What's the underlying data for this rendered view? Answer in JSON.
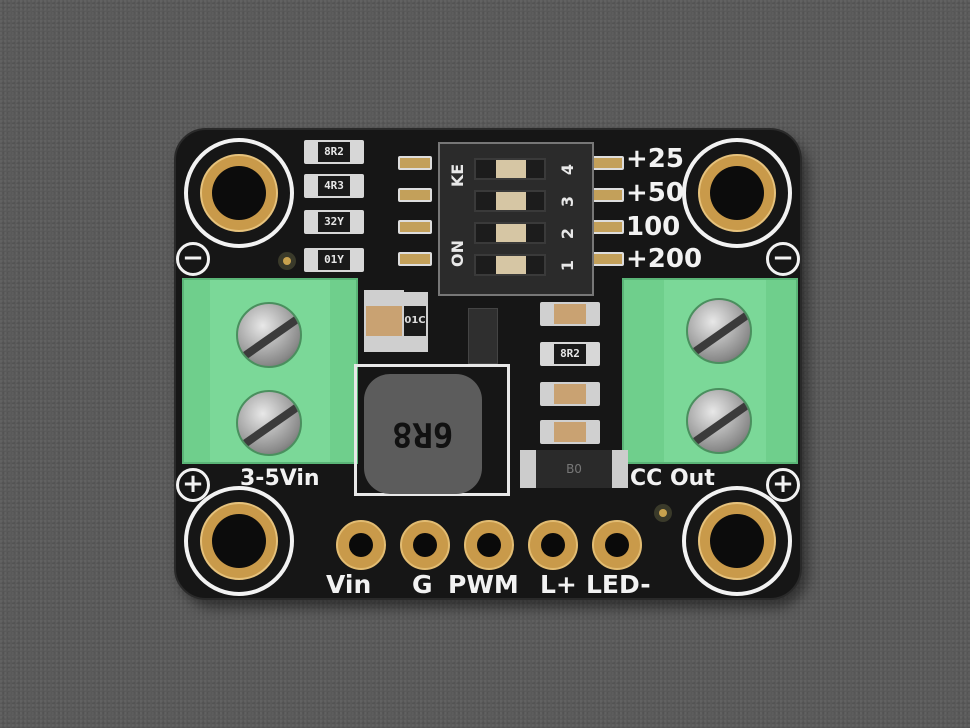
{
  "scene": {
    "subject": "Constant-current LED driver breakout board (PCB product photo)",
    "background_color": "#5a5a5a",
    "board_color": "#161616",
    "silkscreen_color": "#f2f2f2",
    "terminal_color": "#6fcf8c",
    "gold_color": "#c99a4a"
  },
  "board": {
    "input_label": "3-5Vin",
    "output_label": "CC Out",
    "polarity_left_top": "−",
    "polarity_right_top": "−",
    "polarity_left_bottom": "+",
    "polarity_right_bottom": "+",
    "current_options": [
      "+25",
      "+50",
      "100",
      "+200"
    ],
    "dip_switch": {
      "on_label": "ON",
      "brand_label": "KE",
      "positions": [
        "1",
        "2",
        "3",
        "4"
      ]
    },
    "resistors_left": [
      "8R2",
      "4R3",
      "32Y",
      "01Y"
    ],
    "resistor_right": "8R2",
    "ic_marking": "01C",
    "inductor_marking": "6R8",
    "diode_marking": "B0",
    "header_pins": [
      "Vin",
      "G",
      "PWM",
      "L+",
      "LED-"
    ]
  }
}
